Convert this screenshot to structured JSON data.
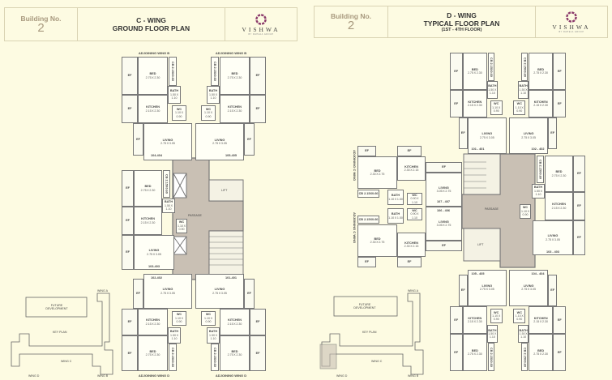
{
  "colors": {
    "background": "#fdfbe2",
    "wall": "#777777",
    "passage": "#c9c0b4",
    "logo": "#8b3a6b",
    "building_no": "#a8997e"
  },
  "left_plan": {
    "header": {
      "building_label": "Building No.",
      "building_no": "2",
      "title_line1": "C - WING",
      "title_line2": "GROUND FLOOR PLAN"
    },
    "logo": {
      "brand": "VISHWA",
      "tagline": "BY RAHEJA GROUP"
    },
    "adjoining_top": "ADJOINING WING B",
    "adjoining_bottom": "ADJOINING WING D",
    "core": {
      "passage": "PASSAGE",
      "lift": "LIFT"
    },
    "units": [
      {
        "id": "104-404",
        "rooms": [
          {
            "name": "EF"
          },
          {
            "name": "BED",
            "dim": "2.75 X 2.30"
          },
          {
            "name": "CB 2.15X0.60"
          },
          {
            "name": "BATH",
            "dim": "1.50 X 1.10"
          },
          {
            "name": "KITCHEN",
            "dim": "2.15 X 2.30"
          },
          {
            "name": "EF"
          },
          {
            "name": "WC",
            "dim": "1.10 X 0.90"
          },
          {
            "name": "LIVING",
            "dim": "2.75 X 3.05"
          },
          {
            "name": "EF"
          }
        ]
      },
      {
        "id": "105-405",
        "rooms": [
          {
            "name": "EF"
          },
          {
            "name": "BED",
            "dim": "2.75 X 2.30"
          },
          {
            "name": "CB 2.15X0.60"
          },
          {
            "name": "BATH",
            "dim": "1.50 X 1.10"
          },
          {
            "name": "KITCHEN",
            "dim": "2.15 X 2.30"
          },
          {
            "name": "EF"
          },
          {
            "name": "WC",
            "dim": "1.10 X 0.90"
          },
          {
            "name": "LIVING",
            "dim": "2.75 X 3.05"
          },
          {
            "name": "EF"
          }
        ]
      },
      {
        "id": "103-403",
        "rooms": [
          {
            "name": "EF"
          },
          {
            "name": "BED",
            "dim": "2.75 X 2.30"
          },
          {
            "name": "CB 2.15X0.60"
          },
          {
            "name": "BATH",
            "dim": "1.50 X 1.10"
          },
          {
            "name": "EF"
          },
          {
            "name": "KITCHEN",
            "dim": "2.15 X 2.30"
          },
          {
            "name": "WC",
            "dim": "1.10 X 0.90"
          },
          {
            "name": "EF"
          },
          {
            "name": "LIVING",
            "dim": "2.75 X 3.05"
          }
        ]
      },
      {
        "id": "102-402",
        "rooms": [
          {
            "name": "EF"
          },
          {
            "name": "BED",
            "dim": "2.75 X 2.30"
          },
          {
            "name": "CB 2.15X0.60"
          },
          {
            "name": "BATH",
            "dim": "1.50 X 1.10"
          },
          {
            "name": "KITCHEN",
            "dim": "2.15 X 2.30"
          },
          {
            "name": "EF"
          },
          {
            "name": "WC",
            "dim": "1.10 X 0.90"
          },
          {
            "name": "LIVING",
            "dim": "2.75 X 3.05"
          },
          {
            "name": "EF"
          }
        ]
      },
      {
        "id": "101-401",
        "rooms": [
          {
            "name": "EF"
          },
          {
            "name": "BED",
            "dim": "2.75 X 2.30"
          },
          {
            "name": "CB 2.15X0.60"
          },
          {
            "name": "BATH",
            "dim": "1.50 X 1.10"
          },
          {
            "name": "KITCHEN",
            "dim": "2.15 X 2.30"
          },
          {
            "name": "EF"
          },
          {
            "name": "WC",
            "dim": "1.10 X 0.90"
          },
          {
            "name": "LIVING",
            "dim": "2.75 X 3.05"
          },
          {
            "name": "EF"
          }
        ]
      }
    ],
    "key_plan": {
      "future": "FUTURE DEVELOPMENT",
      "title": "KEY PLAN",
      "wing_a": "WING A",
      "wing_b": "WING B",
      "wing_c": "WING C",
      "wing_d": "WING D"
    }
  },
  "right_plan": {
    "header": {
      "building_label": "Building No.",
      "building_no": "2",
      "title_line1": "D - WING",
      "title_line2": "TYPICAL FLOOR PLAN",
      "title_line3": "(1ST - 4TH FLOOR)"
    },
    "logo": {
      "brand": "VISHWA",
      "tagline": "BY RAHEJA GROUP"
    },
    "adjoining_side": "ADJOINING C WING",
    "core": {
      "passage": "PASSAGE",
      "lift": "LIFT"
    },
    "units": [
      {
        "id": "101 - 401",
        "rooms": [
          {
            "name": "EF"
          },
          {
            "name": "BED",
            "dim": "2.75 X 2.30"
          },
          {
            "name": "CB 2.15X0.60"
          },
          {
            "name": "BATH",
            "dim": "1.50 X 1.10"
          },
          {
            "name": "KITCHEN",
            "dim": "2.15 X 2.30"
          },
          {
            "name": "EF"
          },
          {
            "name": "WC",
            "dim": "1.10 X 0.90"
          },
          {
            "name": "LIVING",
            "dim": "2.75 X 3.05"
          },
          {
            "name": "EF"
          }
        ]
      },
      {
        "id": "102 - 402",
        "rooms": [
          {
            "name": "EF"
          },
          {
            "name": "BED",
            "dim": "2.75 X 2.30"
          },
          {
            "name": "CB 2.15X0.60"
          },
          {
            "name": "BATH",
            "dim": "1.50 X 1.10"
          },
          {
            "name": "KITCHEN",
            "dim": "2.15 X 2.30"
          },
          {
            "name": "EF"
          },
          {
            "name": "WC",
            "dim": "1.10 X 0.90"
          },
          {
            "name": "LIVING",
            "dim": "2.75 X 3.05"
          },
          {
            "name": "EF"
          }
        ]
      },
      {
        "id": "103 - 403",
        "rooms": [
          {
            "name": "EF"
          },
          {
            "name": "BED",
            "dim": "2.75 X 2.30"
          },
          {
            "name": "CB 2.15X0.60"
          },
          {
            "name": "BATH",
            "dim": "1.50 X 1.10"
          },
          {
            "name": "EF"
          },
          {
            "name": "KITCHEN",
            "dim": "2.15 X 2.30"
          },
          {
            "name": "WC",
            "dim": "1.10 X 0.90"
          },
          {
            "name": "EF"
          },
          {
            "name": "LIVING",
            "dim": "2.75 X 3.05"
          }
        ]
      },
      {
        "id": "107 - 407",
        "rooms": [
          {
            "name": "EF"
          },
          {
            "name": "EF"
          },
          {
            "name": "BED",
            "dim": "2.30 X 2.75"
          },
          {
            "name": "KITCHEN",
            "dim": "2.30 X 2.15"
          },
          {
            "name": "EF"
          },
          {
            "name": "CB 2.15X0.60"
          },
          {
            "name": "BATH",
            "dim": "1.10 X 1.50"
          },
          {
            "name": "LIVING",
            "dim": "3.05 X 2.75"
          },
          {
            "name": "WC",
            "dim": "0.90 X 1.10"
          }
        ]
      },
      {
        "id": "106 - 406",
        "rooms": [
          {
            "name": "EF"
          },
          {
            "name": "EF"
          },
          {
            "name": "BED",
            "dim": "2.30 X 2.75"
          },
          {
            "name": "KITCHEN",
            "dim": "2.30 X 2.15"
          },
          {
            "name": "EF"
          },
          {
            "name": "CB 2.15X0.60"
          },
          {
            "name": "BATH",
            "dim": "1.10 X 1.50"
          },
          {
            "name": "LIVING",
            "dim": "3.05 X 2.75"
          },
          {
            "name": "WC",
            "dim": "0.90 X 1.10"
          }
        ]
      },
      {
        "id": "105 - 405",
        "rooms": [
          {
            "name": "EF"
          },
          {
            "name": "BED",
            "dim": "2.75 X 2.30"
          },
          {
            "name": "CB 2.15X0.60"
          },
          {
            "name": "BATH",
            "dim": "1.50 X 1.10"
          },
          {
            "name": "KITCHEN",
            "dim": "2.15 X 2.30"
          },
          {
            "name": "EF"
          },
          {
            "name": "WC",
            "dim": "1.10 X 0.90"
          },
          {
            "name": "LIVING",
            "dim": "2.75 X 3.05"
          },
          {
            "name": "EF"
          }
        ]
      },
      {
        "id": "104 - 404",
        "rooms": [
          {
            "name": "EF"
          },
          {
            "name": "BED",
            "dim": "2.75 X 2.30"
          },
          {
            "name": "CB 2.15X0.60"
          },
          {
            "name": "BATH",
            "dim": "1.50 X 1.10"
          },
          {
            "name": "KITCHEN",
            "dim": "2.15 X 2.30"
          },
          {
            "name": "EF"
          },
          {
            "name": "WC",
            "dim": "1.10 X 0.90"
          },
          {
            "name": "LIVING",
            "dim": "2.75 X 3.05"
          },
          {
            "name": "EF"
          }
        ]
      }
    ],
    "key_plan": {
      "future": "FUTURE DEVELOPMENT",
      "title": "KEY PLAN",
      "wing_a": "WING A",
      "wing_b": "WING B",
      "wing_c": "WING C",
      "wing_d": "WING D"
    }
  }
}
